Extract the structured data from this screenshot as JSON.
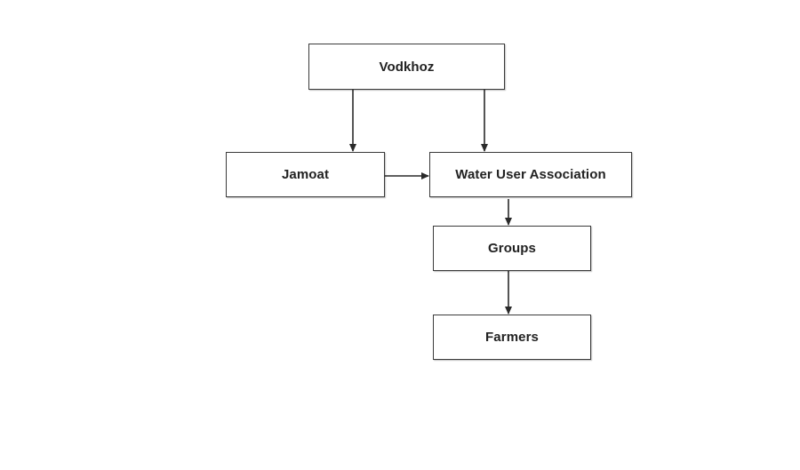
{
  "diagram": {
    "nodes": {
      "vodkhoz": "Vodkhoz",
      "jamoat": "Jamoat",
      "wua": "Water User Association",
      "groups": "Groups",
      "farmers": "Farmers"
    },
    "edges": [
      {
        "from": "vodkhoz",
        "to": "jamoat"
      },
      {
        "from": "vodkhoz",
        "to": "wua"
      },
      {
        "from": "jamoat",
        "to": "wua"
      },
      {
        "from": "wua",
        "to": "groups"
      },
      {
        "from": "groups",
        "to": "farmers"
      }
    ],
    "line_color": "#2a2a2a"
  }
}
